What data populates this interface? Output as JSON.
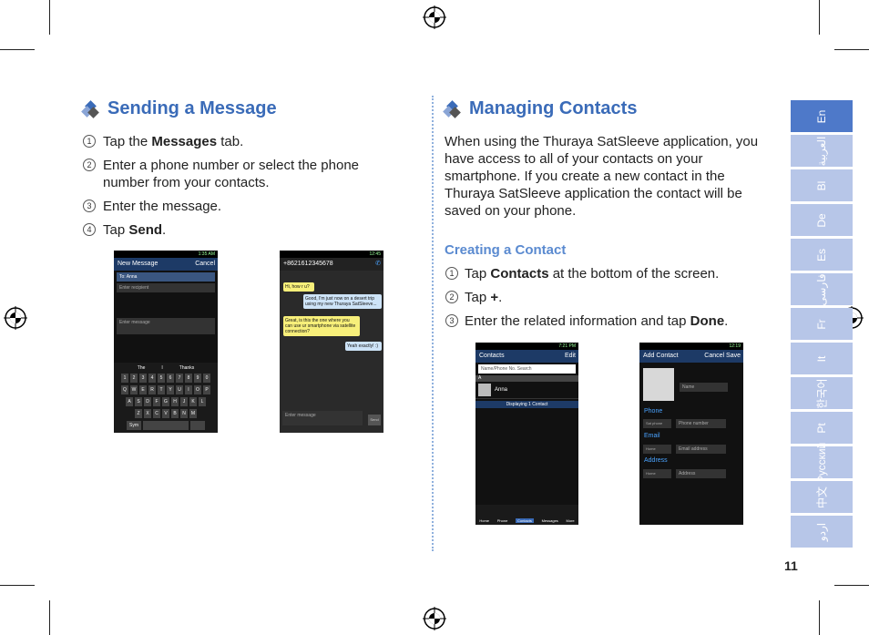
{
  "left": {
    "title": "Sending a Message",
    "steps": [
      {
        "n": "1",
        "pre": "Tap the ",
        "bold": "Messages",
        "post": " tab."
      },
      {
        "n": "2",
        "pre": "Enter a phone number or select the phone number from your contacts.",
        "bold": "",
        "post": ""
      },
      {
        "n": "3",
        "pre": "Enter the message.",
        "bold": "",
        "post": ""
      },
      {
        "n": "4",
        "pre": "Tap ",
        "bold": "Send",
        "post": "."
      }
    ],
    "phone1": {
      "time": "1:35 AM",
      "header": "New Message",
      "cancel": "Cancel",
      "to": "To: Anna",
      "recipient_placeholder": "Enter recipient",
      "message_placeholder": "Enter message",
      "suggest": [
        "The",
        "I",
        "Thanks"
      ],
      "row1": [
        "1",
        "2",
        "3",
        "4",
        "5",
        "6",
        "7",
        "8",
        "9",
        "0"
      ],
      "row2": [
        "Q",
        "W",
        "E",
        "R",
        "T",
        "Y",
        "U",
        "I",
        "O",
        "P"
      ],
      "row3": [
        "A",
        "S",
        "D",
        "F",
        "G",
        "H",
        "J",
        "K",
        "L"
      ],
      "row4": [
        "Z",
        "X",
        "C",
        "V",
        "B",
        "N",
        "M"
      ],
      "sym": "Sym"
    },
    "phone2": {
      "time": "12:45",
      "number": "+8621612345678",
      "msg1": "Hi, how r u?",
      "msg2": "Good, I'm just now on a desert trip using my new Thuraya SatSleeve...",
      "msg3": "Great, is this the one where you can use ur smartphone via satellite connection?",
      "msg4": "Yeah exactly! :)",
      "input_placeholder": "Enter message",
      "send": "Send"
    }
  },
  "right": {
    "title": "Managing Contacts",
    "intro": "When using the Thuraya SatSleeve application, you have access to all of your contacts on your smartphone. If you create a new contact in the Thuraya SatSleeve application the contact will be saved on your phone.",
    "subtitle": "Creating a Contact",
    "steps": [
      {
        "n": "1",
        "pre": "Tap ",
        "bold": "Contacts",
        "post": " at the bottom of the screen."
      },
      {
        "n": "2",
        "pre": "Tap ",
        "bold": "+",
        "post": "."
      },
      {
        "n": "3",
        "pre": "Enter the related information and tap ",
        "bold": "Done",
        "post": "."
      }
    ],
    "phone3": {
      "time": "7:21 PM",
      "header": "Contacts",
      "edit": "Edit",
      "search": "Name/Phone No. Search",
      "section": "A",
      "contact": "Anna",
      "count": "Displaying 1 Contact",
      "nav": [
        "Home",
        "Phone",
        "Contacts",
        "Messages",
        "More"
      ]
    },
    "phone4": {
      "time": "12:19",
      "header": "Add Contact",
      "cancel": "Cancel",
      "save": "Save",
      "name": "Name",
      "phone_label": "Phone",
      "sat_phone": "Sat phone",
      "phone_number": "Phone number",
      "email_label": "Email",
      "home": "Home",
      "email_address": "Email address",
      "address_label": "Address",
      "address": "Address"
    }
  },
  "tabs": [
    "En",
    "العربية",
    "Bl",
    "De",
    "Es",
    "فارسی",
    "Fr",
    "It",
    "한국어",
    "Pt",
    "Русский",
    "中文",
    "اردو"
  ],
  "page_number": "11"
}
